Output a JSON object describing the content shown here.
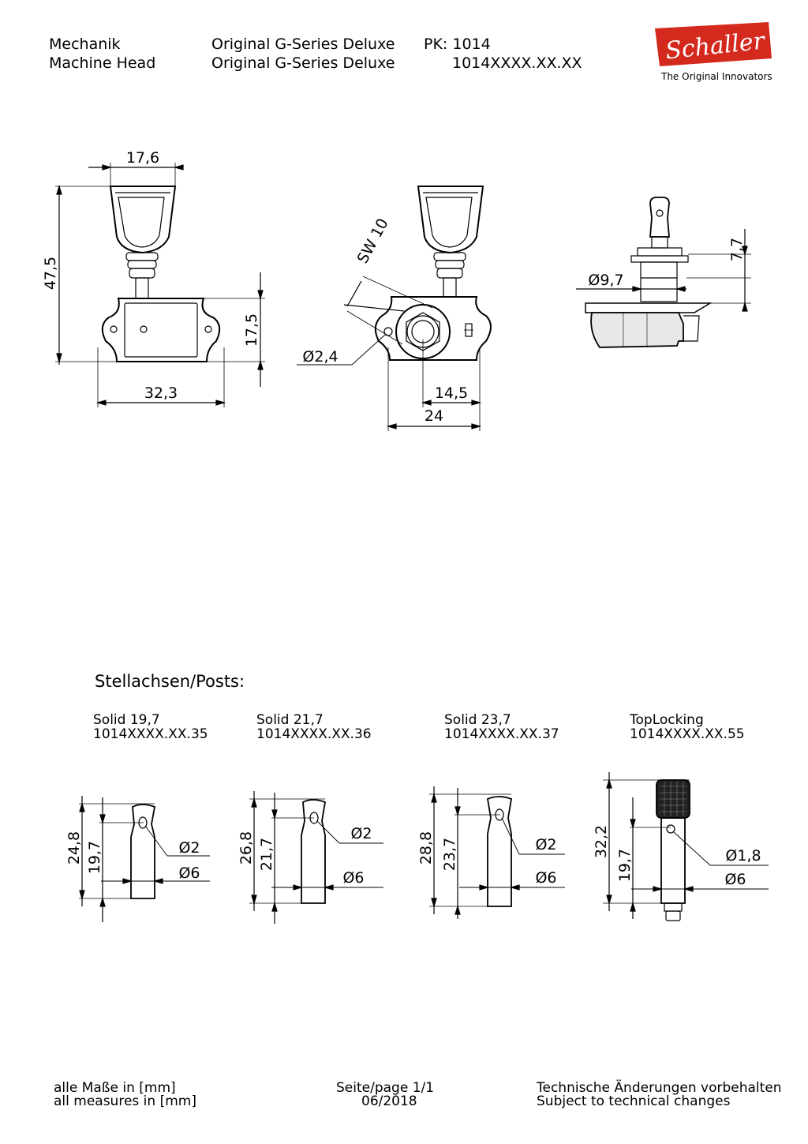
{
  "header": {
    "label_de": "Mechanik",
    "label_en": "Machine Head",
    "product_de": "Original G-Series Deluxe",
    "product_en": "Original G-Series Deluxe",
    "pk": "PK: 1014",
    "article": "1014XXXX.XX.XX"
  },
  "logo": {
    "brand": "Schaller",
    "tagline": "The Original Innovators",
    "color": "#d42a1e"
  },
  "main_views": {
    "front": {
      "width": "17,6",
      "height": "47,5",
      "plate_height": "17,5",
      "plate_width": "32,3"
    },
    "back": {
      "wrench": "SW 10",
      "hole": "Ø2,4",
      "offset": "14,5",
      "width": "24"
    },
    "side": {
      "diameter": "Ø9,7",
      "height": "7,7"
    }
  },
  "posts": {
    "title": "Stellachsen/Posts:",
    "items": [
      {
        "name": "Solid 19,7",
        "code": "1014XXXX.XX.35",
        "h_total": "24,8",
        "h_hole": "19,7",
        "hole": "Ø2",
        "dia": "Ø6"
      },
      {
        "name": "Solid 21,7",
        "code": "1014XXXX.XX.36",
        "h_total": "26,8",
        "h_hole": "21,7",
        "hole": "Ø2",
        "dia": "Ø6"
      },
      {
        "name": "Solid 23,7",
        "code": "1014XXXX.XX.37",
        "h_total": "28,8",
        "h_hole": "23,7",
        "hole": "Ø2",
        "dia": "Ø6"
      },
      {
        "name": "TopLocking",
        "code": "1014XXXX.XX.55",
        "h_total": "32,2",
        "h_hole": "19,7",
        "hole": "Ø1,8",
        "dia": "Ø6"
      }
    ]
  },
  "footer": {
    "units_de": "alle Maße in [mm]",
    "units_en": "all measures in [mm]",
    "page": "Seite/page 1/1",
    "date": "06/2018",
    "changes_de": "Technische Änderungen vorbehalten",
    "changes_en": "Subject to technical changes"
  }
}
